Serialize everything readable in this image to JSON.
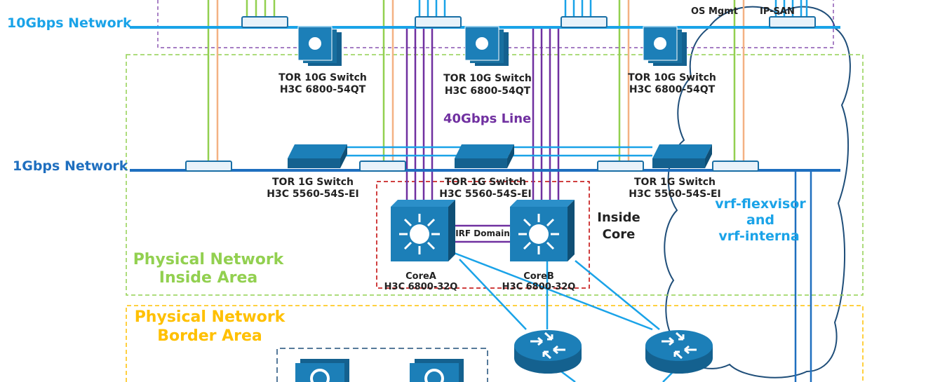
{
  "networks": {
    "ten_g": "10Gbps Network",
    "one_g": "1Gbps Network",
    "forty_g_line": "40Gbps Line",
    "os_mgmt": "OS Mgmt",
    "ip_san": "IP-SAN"
  },
  "areas": {
    "inside_line1": "Physical Network",
    "inside_line2": "Inside Area",
    "border_line1": "Physical Network",
    "border_line2": "Border Area",
    "inside_core_line1": "Inside",
    "inside_core_line2": "Core",
    "irf_domain": "IRF Domain"
  },
  "vrf": {
    "line1": "vrf-flexvisor",
    "line2": "and",
    "line3": "vrf-interna"
  },
  "tor10": [
    {
      "name": "TOR 10G Switch",
      "model": "H3C 6800-54QT"
    },
    {
      "name": "TOR 10G Switch",
      "model": "H3C 6800-54QT"
    },
    {
      "name": "TOR 10G Switch",
      "model": "H3C 6800-54QT"
    }
  ],
  "tor1": [
    {
      "name": "TOR 1G Switch",
      "model": "H3C 5560-54S-EI"
    },
    {
      "name": "TOR 1G Switch",
      "model": "H3C 5560-54S-EI"
    },
    {
      "name": "TOR 1G Switch",
      "model": "H3C 5560-54S-EI"
    }
  ],
  "cores": [
    {
      "name": "CoreA",
      "model": "H3C 6800-32Q"
    },
    {
      "name": "CoreB",
      "model": "H3C 6800-32Q"
    }
  ],
  "colors": {
    "ten_g": "#1aa3e8",
    "one_g": "#1f6fbf",
    "purple": "#7030a0",
    "green": "#92d050",
    "orange": "#f4b183",
    "border": "#ffc000",
    "device": "#1a6fa5",
    "red": "#c00000"
  }
}
